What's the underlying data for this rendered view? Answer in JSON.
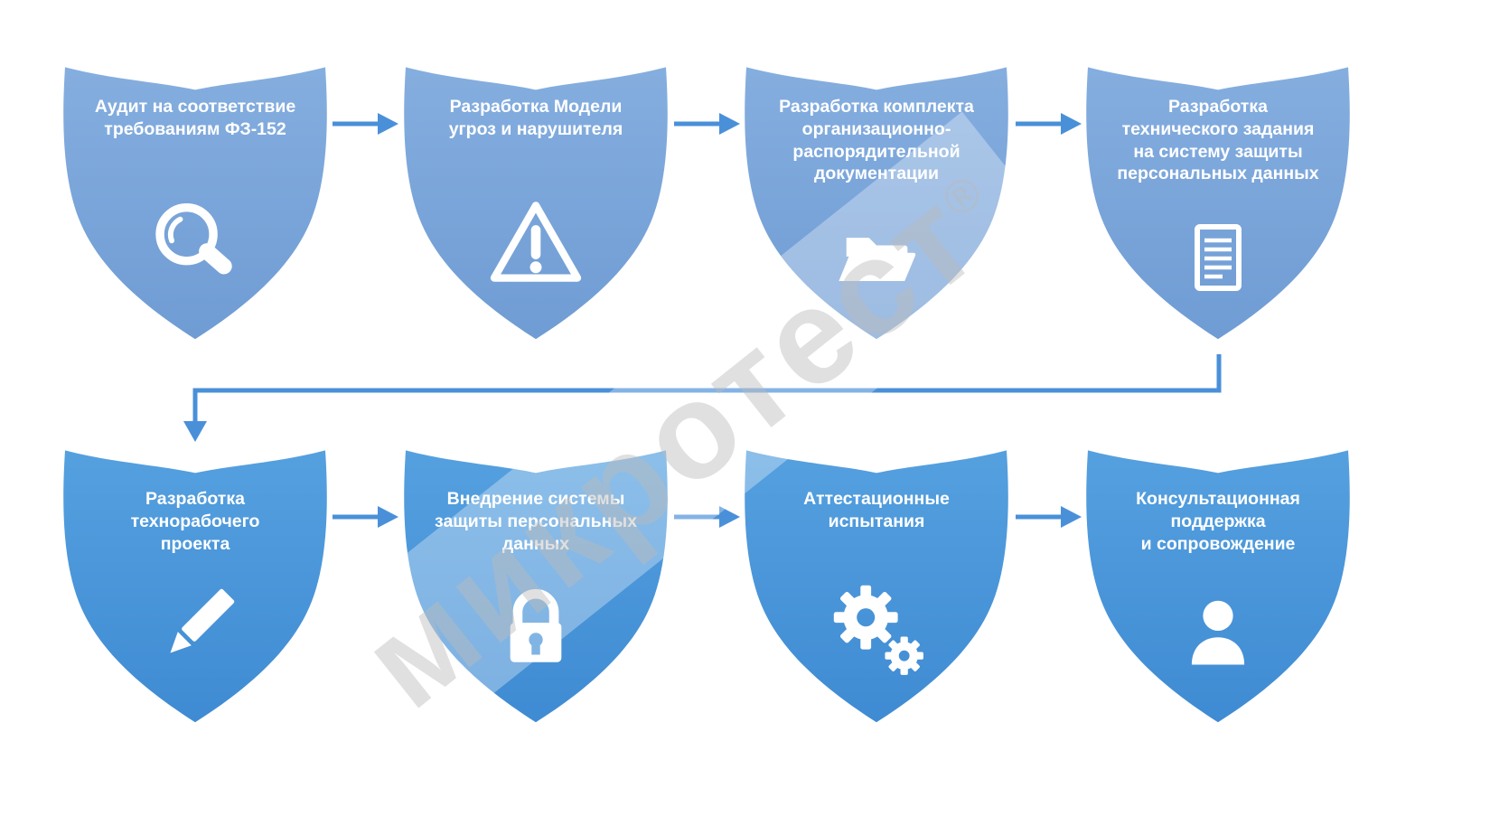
{
  "watermark": {
    "text": "микротест",
    "registered_mark": "®"
  },
  "colors": {
    "row1_shield_top": "#85AEDF",
    "row1_shield_bottom": "#6F9CD4",
    "row2_shield_top": "#55A0DF",
    "row2_shield_bottom": "#3F8BD3",
    "arrow": "#4A90D9",
    "label_text": "#FFFFFF",
    "background": "#FFFFFF"
  },
  "steps": [
    {
      "id": 1,
      "row": 1,
      "icon": "magnifier-icon",
      "label": "Аудит на соответствие\nтребованиям ФЗ-152"
    },
    {
      "id": 2,
      "row": 1,
      "icon": "warning-triangle-icon",
      "label": "Разработка Модели\nугроз и нарушителя"
    },
    {
      "id": 3,
      "row": 1,
      "icon": "open-folder-icon",
      "label": "Разработка комплекта\nорганизационно-\nраспорядительной\nдокументации"
    },
    {
      "id": 4,
      "row": 1,
      "icon": "document-icon",
      "label": "Разработка\nтехнического задания\nна систему защиты\nперсональных данных"
    },
    {
      "id": 5,
      "row": 2,
      "icon": "pencil-icon",
      "label": "Разработка\nтехнорабочего\nпроекта"
    },
    {
      "id": 6,
      "row": 2,
      "icon": "padlock-icon",
      "label": "Внедрение системы\nзащиты персональных\nданных"
    },
    {
      "id": 7,
      "row": 2,
      "icon": "gears-icon",
      "label": "Аттестационные\nиспытания"
    },
    {
      "id": 8,
      "row": 2,
      "icon": "person-icon",
      "label": "Консультационная\nподдержка\nи сопровождение"
    }
  ]
}
